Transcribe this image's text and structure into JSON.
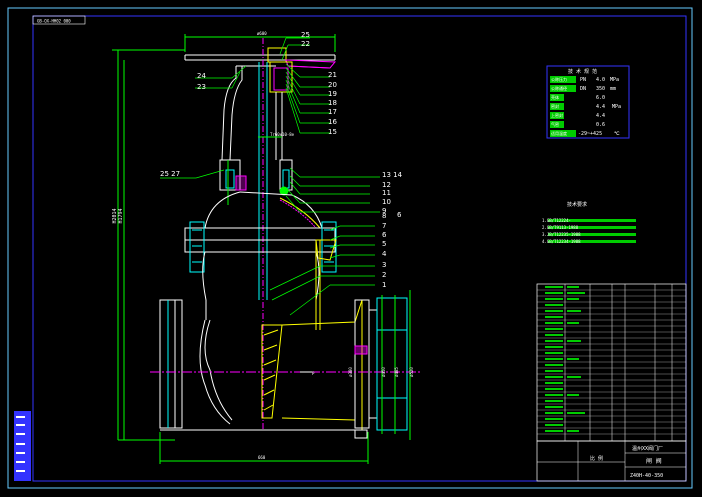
{
  "drawing_code": "GB-OX-HH02 000",
  "callouts": {
    "n25": "25",
    "n22": "22",
    "n24": "24",
    "n23": "23",
    "n21": "21",
    "n20": "20",
    "n19": "19",
    "n18": "18",
    "n17": "17",
    "n16": "16",
    "n15": "15",
    "n2527": "25 27",
    "n1314": "13 14",
    "n12": "12",
    "n11": "11",
    "n10": "10",
    "n9": "9",
    "n8": "8",
    "n6": "6",
    "n7": "7",
    "n6b": "6",
    "n5": "5",
    "n4": "4",
    "n3": "3",
    "n2": "2",
    "n1": "1"
  },
  "dims": {
    "top_width": "ø600",
    "height_open": "H2014",
    "height_closed": "H1794",
    "stem": "Tr60x10-8e",
    "bottom": "660",
    "right_flange": "ø380",
    "right_a": "ø450",
    "right_b": "ø485",
    "right_c": "ø520",
    "p_mark": "P"
  },
  "spec_panel": {
    "title": "技 术 规 范",
    "rows": [
      {
        "label": "公称压力",
        "sym": "PN",
        "val": "4.0",
        "unit": "MPa"
      },
      {
        "label": "公称通径",
        "sym": "DN",
        "val": "350",
        "unit": "mm"
      },
      {
        "label": "壳体",
        "sym": "",
        "val": "6.0",
        "unit": ""
      },
      {
        "label": "密封",
        "sym": "",
        "val": "4.4",
        "unit": "MPa"
      },
      {
        "label": "上密封",
        "sym": "",
        "val": "4.4",
        "unit": ""
      },
      {
        "label": "气密",
        "sym": "",
        "val": "0.6",
        "unit": ""
      },
      {
        "label": "适用温度",
        "sym": "",
        "val": "-29~+425",
        "unit": "℃"
      }
    ]
  },
  "tech_req": {
    "title": "技术要求",
    "items": [
      "1.GB/T12224-",
      "2.GB/T9113-1988",
      "3.JB/T12235-1988",
      "4.GB/T12234-1988"
    ]
  },
  "title_block": {
    "company": "温州XX阀门厂",
    "name": "闸 阀",
    "model": "Z40H-40-350",
    "scale": "比 例"
  }
}
